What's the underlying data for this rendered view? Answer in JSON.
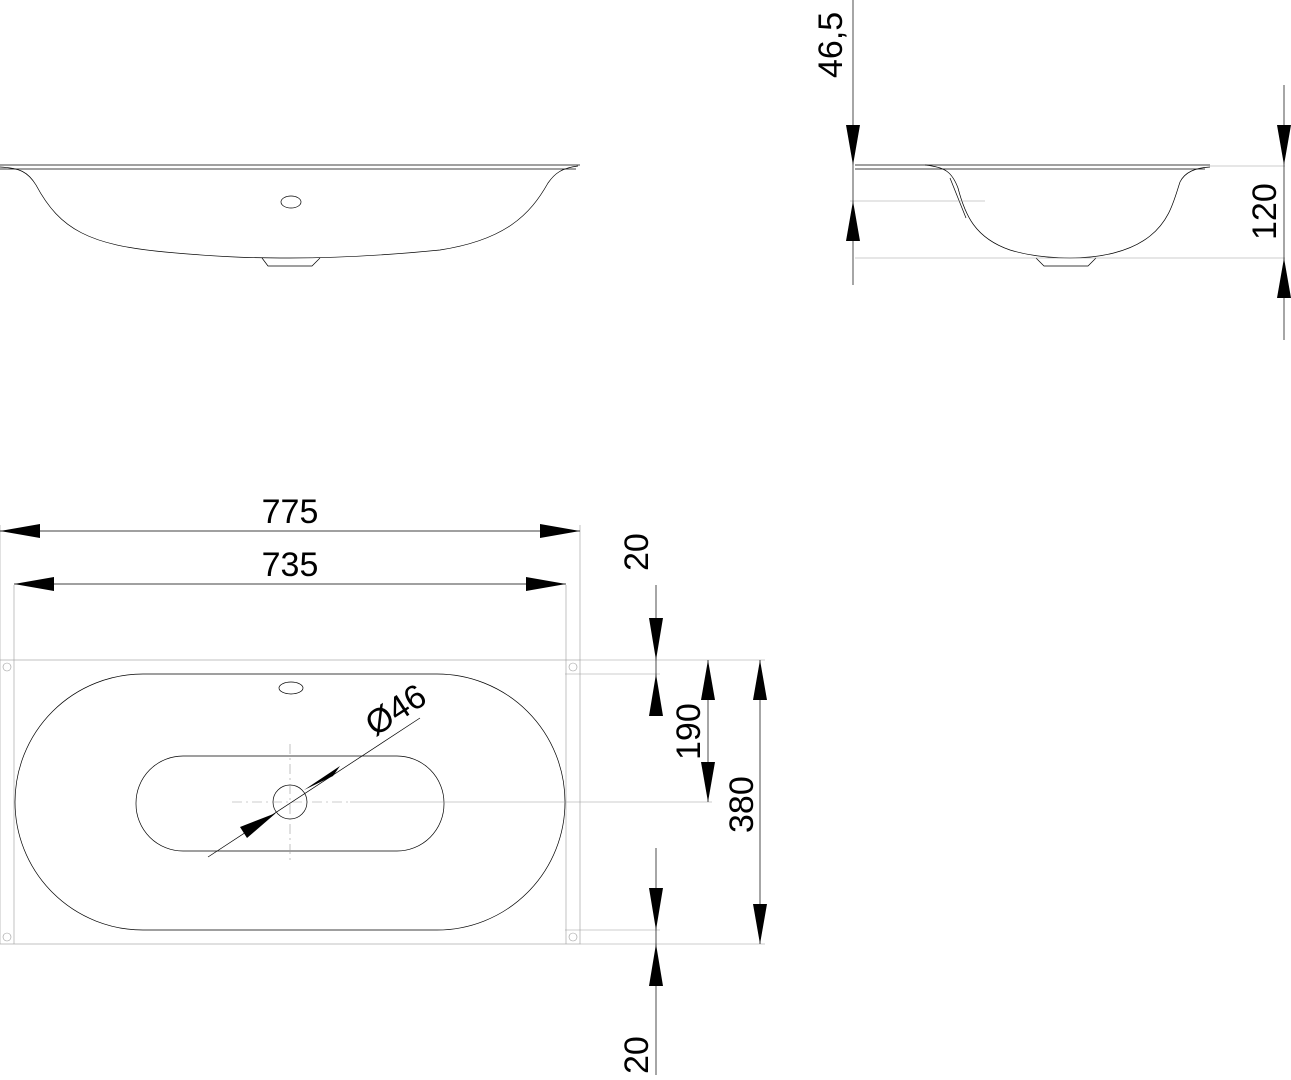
{
  "drawing": {
    "views": [
      "front-elevation",
      "side-elevation",
      "plan"
    ],
    "dimensions": {
      "overall_width": "775",
      "inner_width": "735",
      "rim_height_offset": "46,5",
      "bowl_height": "120",
      "top_margin": "20",
      "bottom_margin": "20",
      "drain_offset": "190",
      "overall_depth": "380",
      "drain_diameter": "Ø46"
    }
  }
}
